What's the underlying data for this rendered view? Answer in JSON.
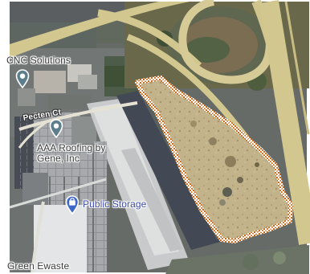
{
  "map": {
    "style": "satellite",
    "labels": {
      "cnc_solutions": "CNC Solutions",
      "pecten_ct": "Pecten Ct",
      "aaa_roofing": "AAA Roofing by Gene, Inc",
      "public_storage": "Public Storage",
      "green_ewaste": "Green Ewaste"
    },
    "icons": {
      "cnc_solutions": "location-pin-icon",
      "aaa_roofing": "location-pin-icon",
      "public_storage": "shopping-bag-pin-icon"
    },
    "selected_area": {
      "outline_pattern": "checkered",
      "outline_colors": [
        "#c86a19",
        "#ffffff"
      ]
    },
    "colors": {
      "standard_pin": "#5d7f8d",
      "store_pin": "#3f67c9",
      "store_label": "#3e4aa8",
      "road": "#d2c78f",
      "selected_area_outline": "#c86a19"
    }
  }
}
